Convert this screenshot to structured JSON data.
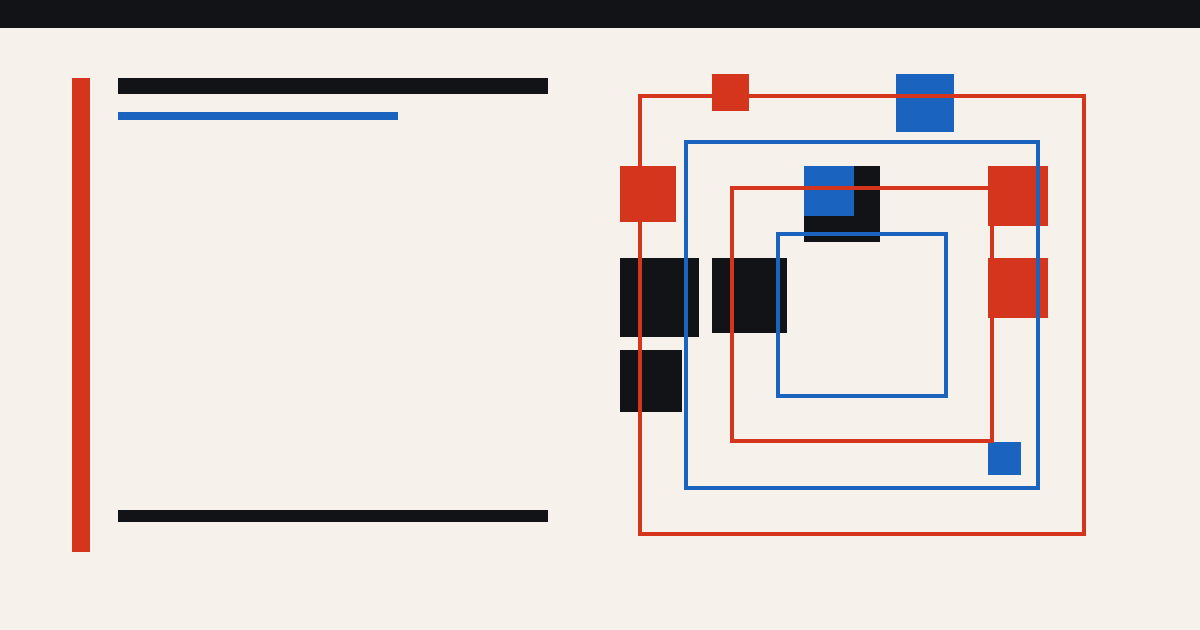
{
  "colors": {
    "background": "#f6f2eb",
    "top_bar": "#121316",
    "red": "#d4351c",
    "blue": "#1a63be",
    "black": "#121316"
  },
  "composition": {
    "frames": [
      {
        "name": "outer-red-frame",
        "color": "red"
      },
      {
        "name": "outer-blue-frame",
        "color": "blue"
      },
      {
        "name": "inner-red-frame",
        "color": "red"
      },
      {
        "name": "inner-blue-frame",
        "color": "blue"
      }
    ],
    "blocks": [
      {
        "name": "red-block-top",
        "color": "red"
      },
      {
        "name": "blue-block-top",
        "color": "blue"
      },
      {
        "name": "red-block-left",
        "color": "red"
      },
      {
        "name": "black-block-center-top",
        "color": "black"
      },
      {
        "name": "blue-block-center-top",
        "color": "blue"
      },
      {
        "name": "red-block-right-upper",
        "color": "red"
      },
      {
        "name": "red-block-right-lower",
        "color": "red"
      },
      {
        "name": "black-block-left-large",
        "color": "black"
      },
      {
        "name": "black-block-mid",
        "color": "black"
      },
      {
        "name": "black-block-left-small",
        "color": "black"
      },
      {
        "name": "blue-block-bottom-right",
        "color": "blue"
      }
    ]
  }
}
